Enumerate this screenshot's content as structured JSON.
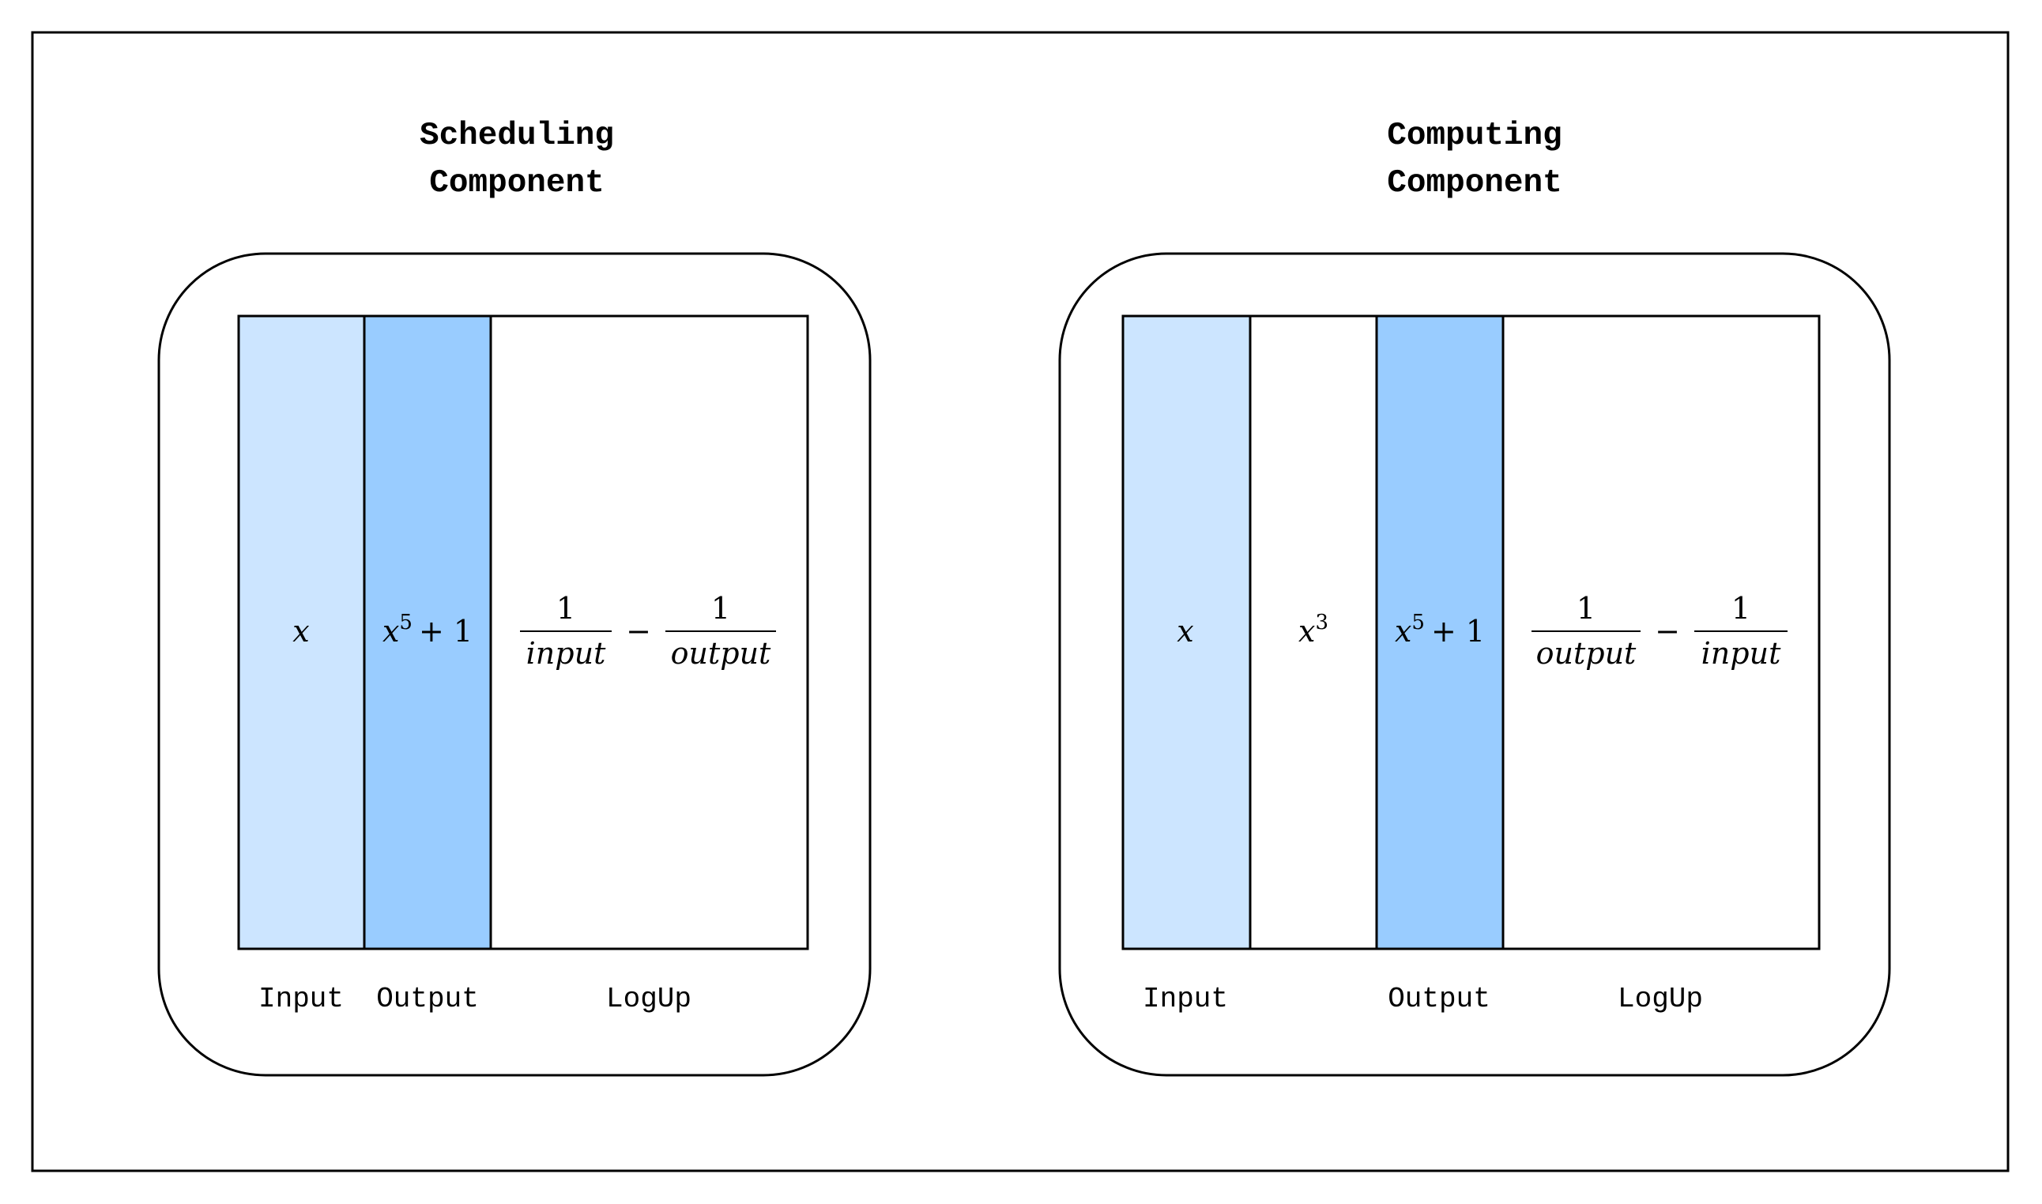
{
  "colors": {
    "input_fill": "#cce5ff",
    "output_fill": "#99ccff",
    "stroke": "#000000"
  },
  "scheduling": {
    "title_line1": "Scheduling",
    "title_line2": "Component",
    "cells": {
      "input": {
        "base": "x"
      },
      "output": {
        "base": "x",
        "sup": "5",
        "rest": "+ 1"
      },
      "logup": {
        "num1": "1",
        "den1": "input",
        "minus": "−",
        "num2": "1",
        "den2": "output"
      }
    },
    "labels": {
      "input": "Input",
      "output": "Output",
      "logup": "LogUp"
    }
  },
  "computing": {
    "title_line1": "Computing",
    "title_line2": "Component",
    "cells": {
      "input": {
        "base": "x"
      },
      "intermediate": {
        "base": "x",
        "sup": "3"
      },
      "output": {
        "base": "x",
        "sup": "5",
        "rest": "+ 1"
      },
      "logup": {
        "num1": "1",
        "den1": "output",
        "minus": "−",
        "num2": "1",
        "den2": "input"
      }
    },
    "labels": {
      "input": "Input",
      "output": "Output",
      "logup": "LogUp"
    }
  }
}
